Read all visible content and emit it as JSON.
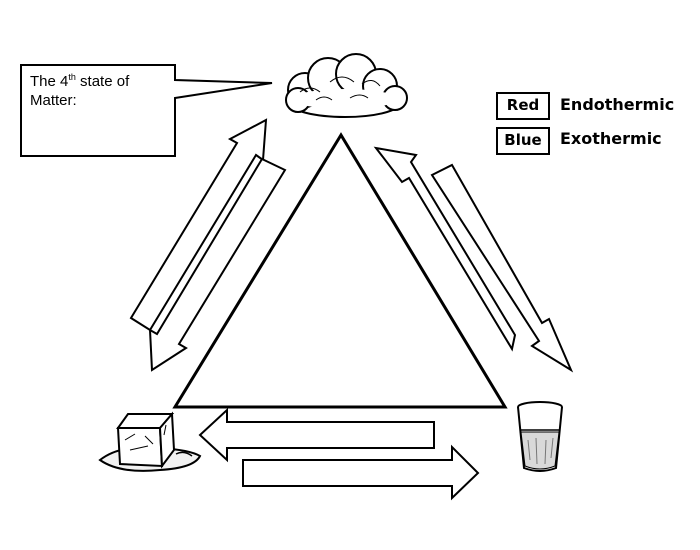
{
  "callout": {
    "line1_pre": "The 4",
    "line1_sup": "th",
    "line1_post": " state of",
    "line2": "Matter:"
  },
  "legend": [
    {
      "key": "Red",
      "label": "Endothermic"
    },
    {
      "key": "Blue",
      "label": "Exothermic"
    }
  ],
  "icons": {
    "top": "cloud-icon",
    "bottom_left": "ice-cube-icon",
    "bottom_right": "water-glass-icon"
  },
  "colors": {
    "stroke": "#000000",
    "fill": "#ffffff"
  }
}
